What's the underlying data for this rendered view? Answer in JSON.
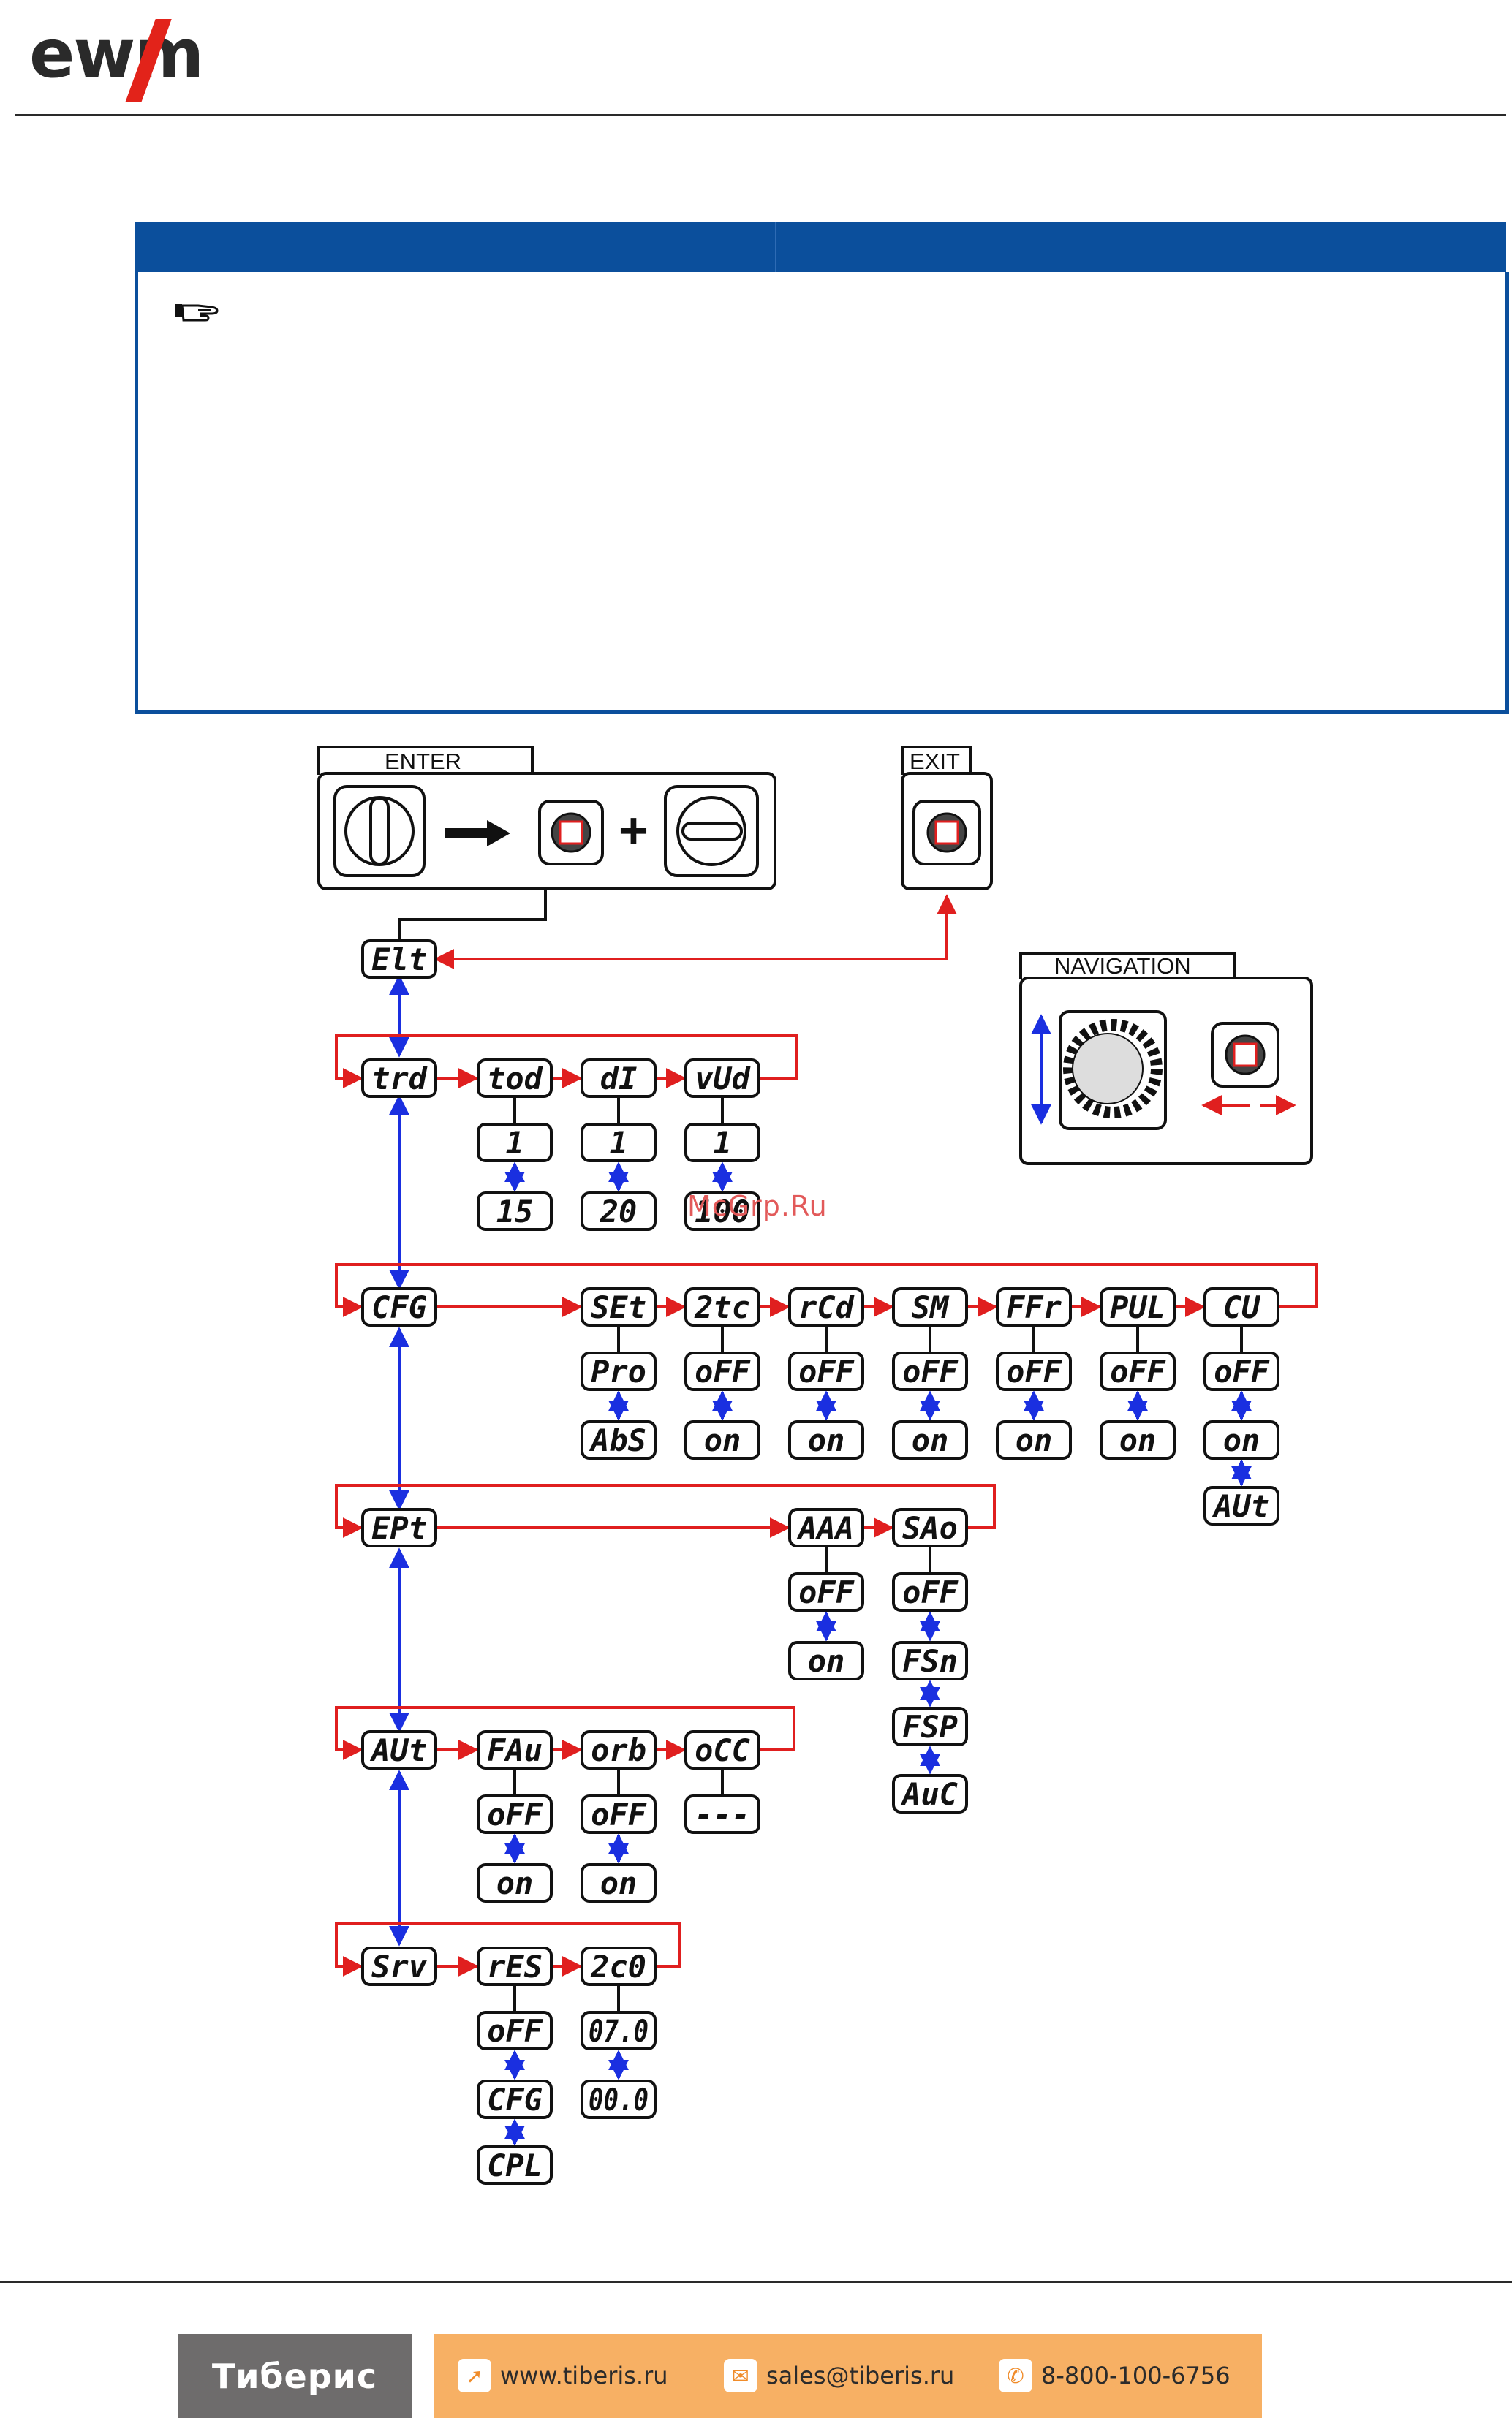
{
  "header": {
    "brand": "ewm"
  },
  "diagram": {
    "enter_label": "ENTER",
    "exit_label": "EXIT",
    "navigation_label": "NAVIGATION",
    "plus_sign": "+",
    "nodes": {
      "root": "Elt",
      "l1": [
        "trd",
        "CFG",
        "EPt",
        "AUt",
        "Srv"
      ],
      "trd": [
        {
          "name": "tod",
          "vals": [
            "1",
            "15"
          ]
        },
        {
          "name": "dI",
          "vals": [
            "1",
            "20"
          ]
        },
        {
          "name": "vUd",
          "vals": [
            "1",
            "100"
          ]
        }
      ],
      "cfg": [
        {
          "name": "SEt",
          "vals": [
            "Pro",
            "AbS"
          ]
        },
        {
          "name": "2tc",
          "vals": [
            "oFF",
            "on"
          ]
        },
        {
          "name": "rCd",
          "vals": [
            "oFF",
            "on"
          ]
        },
        {
          "name": "SM",
          "vals": [
            "oFF",
            "on"
          ]
        },
        {
          "name": "FFr",
          "vals": [
            "oFF",
            "on"
          ]
        },
        {
          "name": "PUL",
          "vals": [
            "oFF",
            "on"
          ]
        },
        {
          "name": "CU",
          "vals": [
            "oFF",
            "on",
            "AUt"
          ]
        }
      ],
      "ept": [
        {
          "name": "AAA",
          "vals": [
            "oFF",
            "on"
          ]
        },
        {
          "name": "SAo",
          "vals": [
            "oFF",
            "FSn",
            "FSP",
            "AuC"
          ]
        }
      ],
      "aut": [
        {
          "name": "FAu",
          "vals": [
            "oFF",
            "on"
          ]
        },
        {
          "name": "orb",
          "vals": [
            "oFF",
            "on"
          ]
        },
        {
          "name": "oCC",
          "vals": [
            "---"
          ]
        }
      ],
      "srv": [
        {
          "name": "rES",
          "vals": [
            "oFF",
            "CFG",
            "CPL"
          ]
        },
        {
          "name": "2c0",
          "vals": [
            "07.0",
            "00.0"
          ]
        }
      ]
    }
  },
  "watermark": "McGrp.Ru",
  "footer": {
    "logo": "Тиберис",
    "website": "www.tiberis.ru",
    "email": "sales@tiberis.ru",
    "phone": "8-800-100-6756"
  },
  "colors": {
    "note_blue": "#0b4f9c",
    "red_arrow": "#e01f1f",
    "blue_arrow": "#1a2fe0",
    "footer_orange": "#f7b064"
  }
}
